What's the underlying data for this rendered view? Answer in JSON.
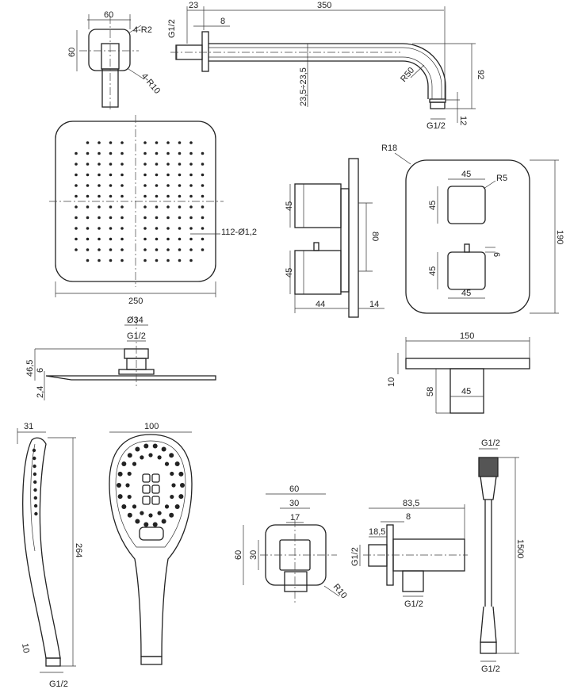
{
  "title": "Shower set technical drawing",
  "labels": {
    "bracket_w": "60",
    "bracket_r2": "4-R2",
    "bracket_h": "60",
    "bracket_r10": "4-R10",
    "arm_23": "23",
    "arm_350": "350",
    "arm_8": "8",
    "arm_g12": "G1/2",
    "arm_r50": "R50",
    "arm_92": "92",
    "arm_offset": "23,5÷23,5",
    "arm_out_g12": "G1/2",
    "arm_12": "12",
    "head_holes": "112-Ø1,2",
    "head_250": "250",
    "mix_45a": "45",
    "mix_45b": "45",
    "mix_80": "80",
    "mix_44": "44",
    "mix_14": "14",
    "plate_r18": "R18",
    "plate_45top": "45",
    "plate_r5": "R5",
    "plate_45l1": "45",
    "plate_190": "190",
    "plate_6": "6",
    "plate_45l2": "45",
    "plate_45bot": "45",
    "headside_d34": "Ø34",
    "headside_g12": "G1/2",
    "headside_465": "46,5",
    "headside_6": "6",
    "headside_24": "2,4",
    "ptop_150": "150",
    "ptop_10": "10",
    "ptop_58": "58",
    "ptop_45": "45",
    "hand_31": "31",
    "hand_264": "264",
    "hand_10": "10",
    "hand_g12": "G1/2",
    "hand_100": "100",
    "outf_60": "60",
    "outf_30": "30",
    "outf_17": "17",
    "outf_60h": "60",
    "outf_30h": "30",
    "outf_r10": "R10",
    "outs_835": "83,5",
    "outs_8": "8",
    "outs_185": "18,5",
    "outs_g12": "G1/2",
    "outs_g12b": "G1/2",
    "hose_g12top": "G1/2",
    "hose_1500": "1500",
    "hose_g12bot": "G1/2"
  }
}
